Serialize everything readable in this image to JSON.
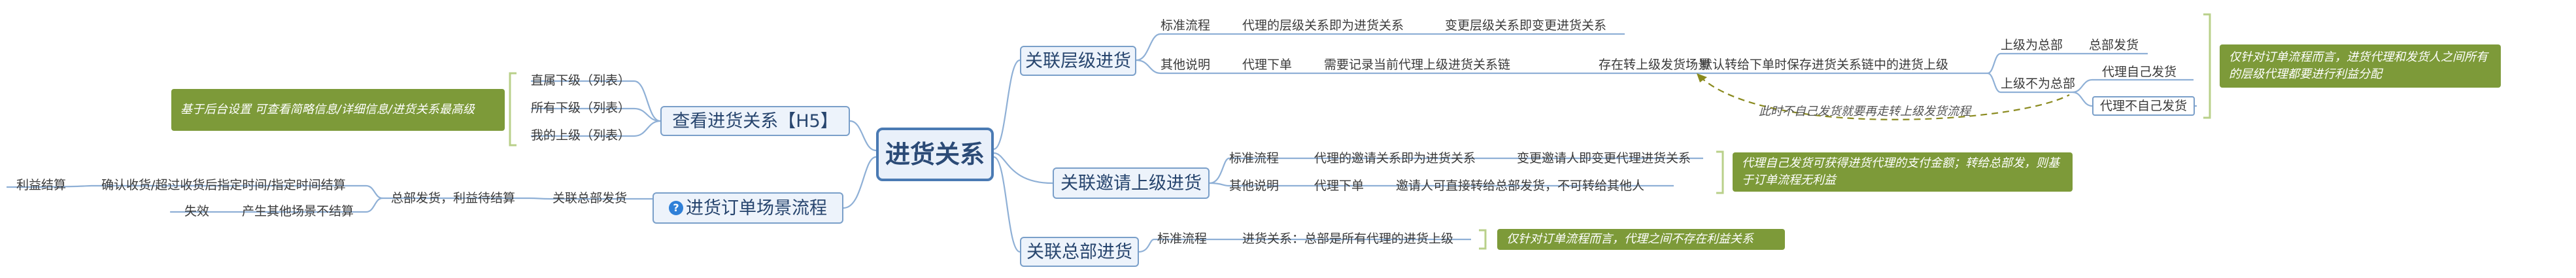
{
  "root": {
    "label": "进货关系"
  },
  "branches": {
    "hierarchy": {
      "label": "关联层级进货",
      "standard_flow": "标准流程",
      "standard_a": "代理的层级关系即为进货关系",
      "standard_b": "变更层级关系即变更进货关系",
      "other_notes": "其他说明",
      "agent_order": "代理下单",
      "need_record": "需要记录当前代理上级进货关系链",
      "exists_upper": "存在转上级发货场景",
      "default_keep": "默认转给下单时保存进货关系链中的进货上级",
      "upper_is_hq": "上级为总部",
      "hq_ships": "总部发货",
      "upper_not_hq": "上级不为总部",
      "self_ship": "代理自己发货",
      "not_self_ship": "代理不自己发货",
      "dashed_note": "此时不自己发货就要再走转上级发货流程",
      "green_note": "仅针对订单流程而言，进货代理和发货人之间所有的层级代理都要进行利益分配"
    },
    "invite": {
      "label": "关联邀请上级进货",
      "standard_flow": "标准流程",
      "standard_a": "代理的邀请关系即为进货关系",
      "standard_b": "变更邀请人即变更代理进货关系",
      "other_notes": "其他说明",
      "agent_order": "代理下单",
      "invite_forward": "邀请人可直接转给总部发货，不可转给其他人",
      "green_note": "代理自己发货可获得进货代理的支付金额；转给总部发，则基于订单流程无利益"
    },
    "hq": {
      "label": "关联总部进货",
      "standard_flow": "标准流程",
      "relation": "进货关系：总部是所有代理的进货上级",
      "green_note": "仅针对订单流程而言，代理之间不存在利益关系"
    },
    "view": {
      "label": "查看进货关系【H5】",
      "direct_sub": "直属下级（列表）",
      "all_sub": "所有下级（列表）",
      "my_upper": "我的上级（列表）",
      "green_note": "基于后台设置 可查看简略信息/详细信息/进货关系最高级"
    },
    "order_flow": {
      "label": "进货订单场景流程",
      "icon": "question-icon",
      "link_hq": "关联总部发货",
      "hq_ship_settle": "总部发货，利益待结算",
      "confirm": "确认收货/超过收货后指定时间/指定时间结算",
      "settle": "利益结算",
      "other_refund": "产生其他场景不结算",
      "invalid": "失效"
    }
  },
  "colors": {
    "root_border": "#4a7ab3",
    "branch_border": "#7a9fc9",
    "wire": "#8fb0d6",
    "green": "#7d9a39",
    "dashed": "#8a8a1e"
  }
}
